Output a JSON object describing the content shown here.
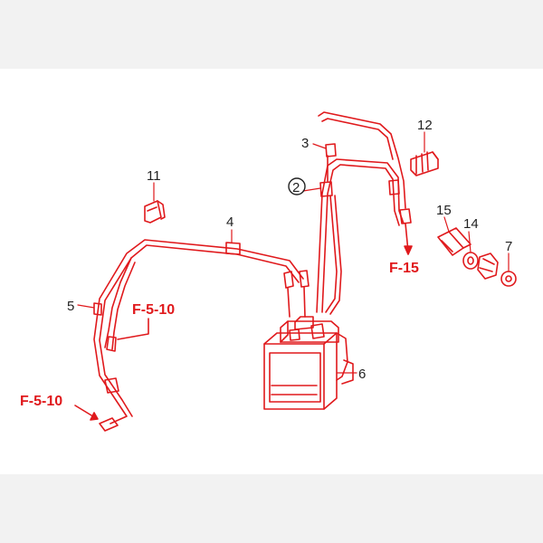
{
  "colors": {
    "outer_background": "#f2f2f2",
    "panel_background": "#ffffff",
    "line_color": "#e0191c",
    "label_color": "#222222",
    "reference_color": "#e0191c"
  },
  "callouts": {
    "c1": "2",
    "c2": "3",
    "c3": "4",
    "c4": "5",
    "c5": "6",
    "c6": "7",
    "c7": "11",
    "c8": "12",
    "c9": "14",
    "c10": "15"
  },
  "references": {
    "r1": "F-5-10",
    "r2": "F-5-10",
    "r3": "F-15"
  }
}
